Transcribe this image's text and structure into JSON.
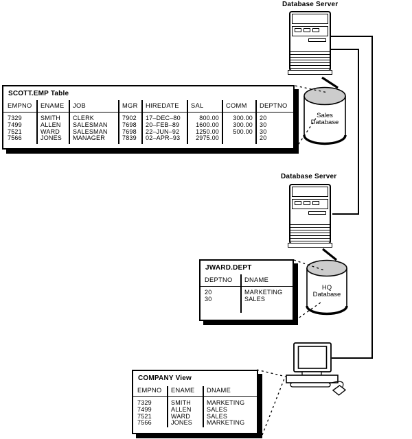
{
  "labels": {
    "server_top": "Database Server",
    "server_mid": "Database Server"
  },
  "databases": {
    "sales": {
      "line1": "Sales",
      "line2": "Database"
    },
    "hq": {
      "line1": "HQ",
      "line2": "Database"
    }
  },
  "tables": {
    "scott_emp": {
      "title": "SCOTT.EMP Table",
      "columns": [
        "EMPNO",
        "ENAME",
        "JOB",
        "MGR",
        "HIREDATE",
        "SAL",
        "COMM",
        "DEPTNO"
      ],
      "rows": [
        [
          "7329",
          "SMITH",
          "CLERK",
          "7902",
          "17–DEC–80",
          "800.00",
          "300.00",
          "20"
        ],
        [
          "7499",
          "ALLEN",
          "SALESMAN",
          "7698",
          "20–FEB–89",
          "1600.00",
          "300.00",
          "30"
        ],
        [
          "7521",
          "WARD",
          "SALESMAN",
          "7698",
          "22–JUN–92",
          "1250.00",
          "500.00",
          "30"
        ],
        [
          "7566",
          "JONES",
          "MANAGER",
          "7839",
          "02–APR–93",
          "2975.00",
          "",
          "20"
        ]
      ]
    },
    "jward_dept": {
      "title": "JWARD.DEPT",
      "columns": [
        "DEPTNO",
        "DNAME"
      ],
      "rows": [
        [
          "20",
          "MARKETING"
        ],
        [
          "30",
          "SALES"
        ]
      ]
    },
    "company_view": {
      "title": "COMPANY View",
      "columns": [
        "EMPNO",
        "ENAME",
        "DNAME"
      ],
      "rows": [
        [
          "7329",
          "SMITH",
          "MARKETING"
        ],
        [
          "7499",
          "ALLEN",
          "SALES"
        ],
        [
          "7521",
          "WARD",
          "SALES"
        ],
        [
          "7566",
          "JONES",
          "MARKETING"
        ]
      ]
    }
  },
  "colors": {
    "line": "#000000",
    "cylinder_top": "#cccccc",
    "background": "#ffffff"
  }
}
